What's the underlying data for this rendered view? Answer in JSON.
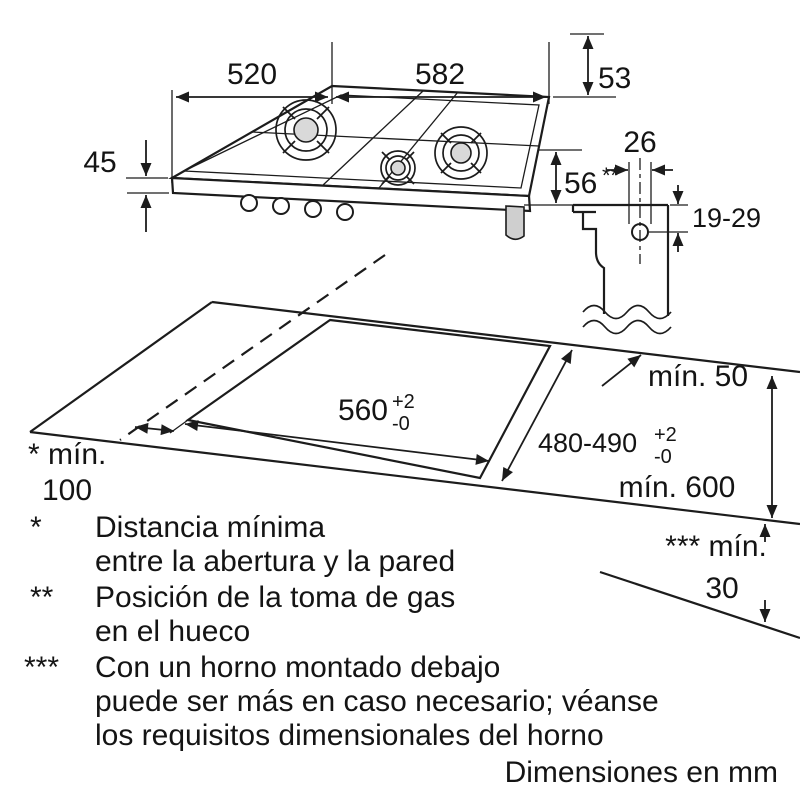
{
  "diagram": {
    "hob": {
      "width": "582",
      "depth": "520",
      "height": "53",
      "rim_height": "45",
      "gas_offset": "56",
      "gas_offset_mark": "**"
    },
    "gas_detail": {
      "pipe_offset": "26",
      "height_range": "19-29",
      "min_clearance": "mín. 50"
    },
    "cutout": {
      "width": "560",
      "width_tol_upper": "+2",
      "width_tol_lower": "-0",
      "depth": "480-490",
      "depth_tol_upper": "+2",
      "depth_tol_lower": "-0"
    },
    "clearances": {
      "side_wall_label": "* mín.",
      "side_wall_value": "100",
      "worktop_depth": "mín. 600",
      "front_label": "*** mín.",
      "front_value": "30"
    },
    "footnotes": [
      {
        "marker": "*",
        "lines": [
          "Distancia mínima",
          "entre la abertura y la pared"
        ]
      },
      {
        "marker": "**",
        "lines": [
          "Posición de la toma de gas",
          "en el hueco"
        ]
      },
      {
        "marker": "***",
        "lines": [
          "Con un horno montado debajo",
          "puede ser más en caso necesario; véanse",
          "los requisitos dimensionales del horno"
        ]
      }
    ],
    "units_note": "Dimensiones en mm"
  }
}
